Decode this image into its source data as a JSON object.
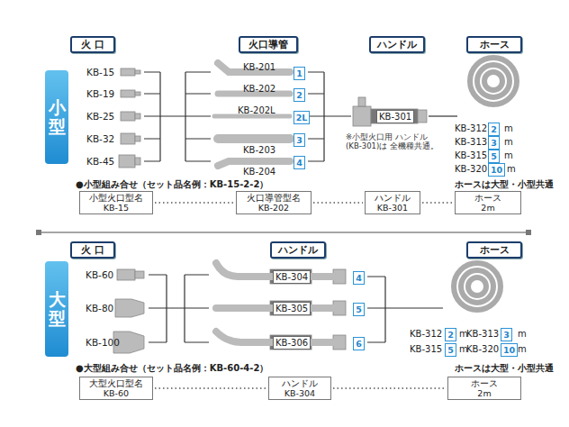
{
  "diagram": {
    "nodes": [
      {
        "text": [
          "火 口"
        ]
      },
      {
        "text": [
          "火口導管"
        ]
      },
      {
        "text": [
          "ハンドル"
        ]
      },
      {
        "text": [
          "ホース"
        ]
      },
      {
        "text": [
          "小型"
        ]
      },
      {
        "text": [
          "1"
        ]
      },
      {
        "text": [
          "2"
        ]
      },
      {
        "text": [
          "2L"
        ]
      },
      {
        "text": [
          "3"
        ]
      },
      {
        "text": [
          "4"
        ]
      },
      {
        "text": [
          "2"
        ]
      },
      {
        "text": [
          "3"
        ]
      },
      {
        "text": [
          "5"
        ]
      },
      {
        "text": [
          "10"
        ]
      },
      {
        "text": [
          "小型火口型名",
          "KB-15"
        ]
      },
      {
        "text": [
          "火口導管型名",
          "KB-202"
        ]
      },
      {
        "text": [
          "ハンドル",
          "KB-301"
        ]
      },
      {
        "text": [
          "ホース",
          "2m"
        ]
      },
      {
        "text": [
          "火 口"
        ]
      },
      {
        "text": [
          "ハンドル"
        ]
      },
      {
        "text": [
          "ホース"
        ]
      },
      {
        "text": [
          "大型"
        ]
      },
      {
        "text": [
          "4"
        ]
      },
      {
        "text": [
          "5"
        ]
      },
      {
        "text": [
          "6"
        ]
      },
      {
        "text": [
          "2"
        ]
      },
      {
        "text": [
          "3"
        ]
      },
      {
        "text": [
          "5"
        ]
      },
      {
        "text": [
          "10"
        ]
      },
      {
        "text": [
          "大型火口型名",
          "KB-60"
        ]
      },
      {
        "text": [
          "ハンドル",
          "KB-304"
        ]
      },
      {
        "text": [
          "ホース",
          "2m"
        ]
      }
    ],
    "edges": [
      {
        "from": 14,
        "to": 15,
        "arrow": "none"
      },
      {
        "from": 15,
        "to": 16,
        "arrow": "none"
      },
      {
        "from": 16,
        "to": 17,
        "arrow": "none"
      },
      {
        "from": 29,
        "to": 30,
        "arrow": "none"
      },
      {
        "from": 30,
        "to": 31,
        "arrow": "none"
      }
    ],
    "labels": [
      "KB-15",
      "KB-19",
      "KB-25",
      "KB-32",
      "KB-45",
      "KB-201",
      "KB-202",
      "KB-202L",
      "KB-203",
      "KB-204",
      "KB-301",
      "※小型火口用 ハンドル(KB-301)は 全機種共通。",
      "KB-312",
      "m",
      "KB-313",
      "m",
      "KB-315",
      "m",
      "KB-320",
      "m",
      "●小型組み合せ（セット品名例：KB-15-2-2）",
      "ホースは大型・小型共通",
      "KB-60",
      "KB-80",
      "KB-100",
      "KB-304",
      "KB-305",
      "KB-306",
      "KB-312",
      "m",
      "KB-313",
      "m",
      "KB-315",
      "m",
      "KB-320",
      "m",
      "●大型組み合せ（セット品名例：KB-60-4-2）",
      "ホースは大型・小型共通"
    ]
  }
}
